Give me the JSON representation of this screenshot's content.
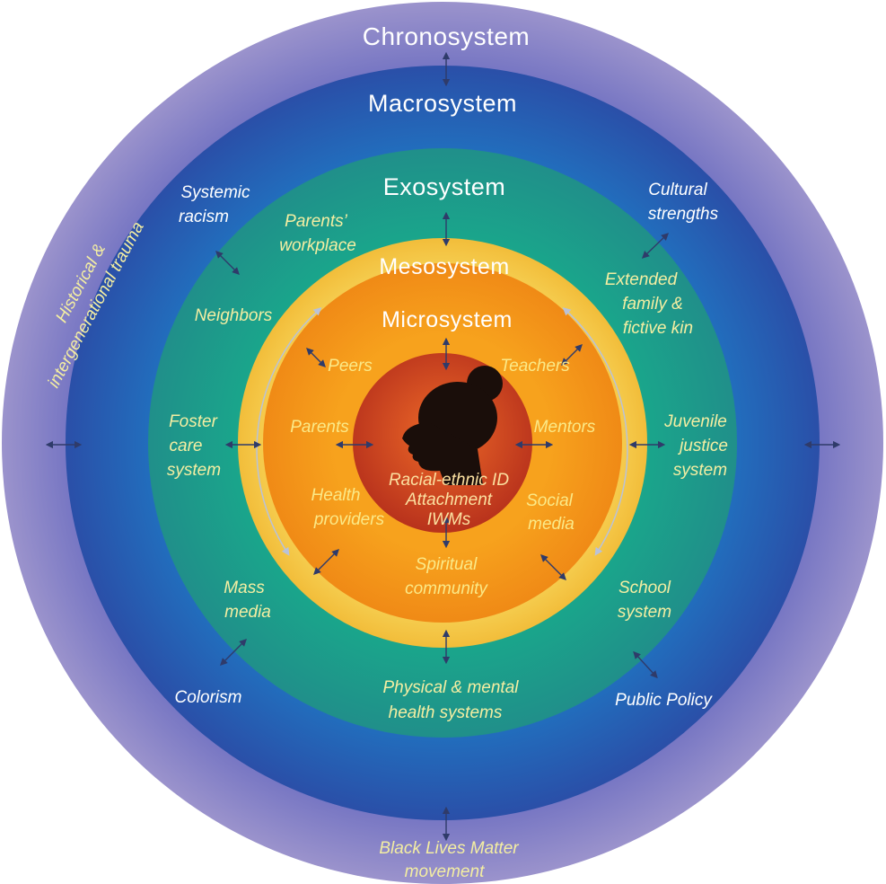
{
  "systems": {
    "chronosystem": "Chronosystem",
    "macrosystem": "Macrosystem",
    "exosystem": "Exosystem",
    "mesosystem": "Mesosystem",
    "microsystem": "Microsystem"
  },
  "core": {
    "line1": "Racial-ethnic ID",
    "line2": "Attachment",
    "line3": "IWMs"
  },
  "micro_labels": {
    "peers": "Peers",
    "teachers": "Teachers",
    "parents": "Parents",
    "mentors": "Mentors",
    "health_1": "Health",
    "health_2": "providers",
    "social_1": "Social",
    "social_2": "media",
    "spiritual_1": "Spiritual",
    "spiritual_2": "community"
  },
  "exo_labels": {
    "workplace_1": "Parents’",
    "workplace_2": "workplace",
    "neighbors": "Neighbors",
    "extended_1": "Extended",
    "extended_2": "family &",
    "extended_3": "fictive kin",
    "foster_1": "Foster",
    "foster_2": "care",
    "foster_3": "system",
    "juvenile_1": "Juvenile",
    "juvenile_2": "justice",
    "juvenile_3": "system",
    "mass_1": "Mass",
    "mass_2": "media",
    "school_1": "School",
    "school_2": "system",
    "physical_1": "Physical & mental",
    "physical_2": "health systems"
  },
  "macro_labels": {
    "racism_1": "Systemic",
    "racism_2": "racism",
    "cultural_1": "Cultural",
    "cultural_2": "strengths",
    "colorism": "Colorism",
    "policy": "Public Policy"
  },
  "chrono_labels": {
    "historical_1": "Historical &",
    "historical_2": "intergenerational trauma",
    "blm_1": "Black Lives Matter",
    "blm_2": "movement"
  },
  "colors": {
    "chrono": "#8579bd",
    "macro": "#1f6db8",
    "exo": "#1f9a8a",
    "meso": "#f4c842",
    "micro": "#f29a1e",
    "core": "#d2401f",
    "arrow": "#2f3b6a"
  },
  "icons": {
    "center": "child-head-silhouette-icon"
  }
}
